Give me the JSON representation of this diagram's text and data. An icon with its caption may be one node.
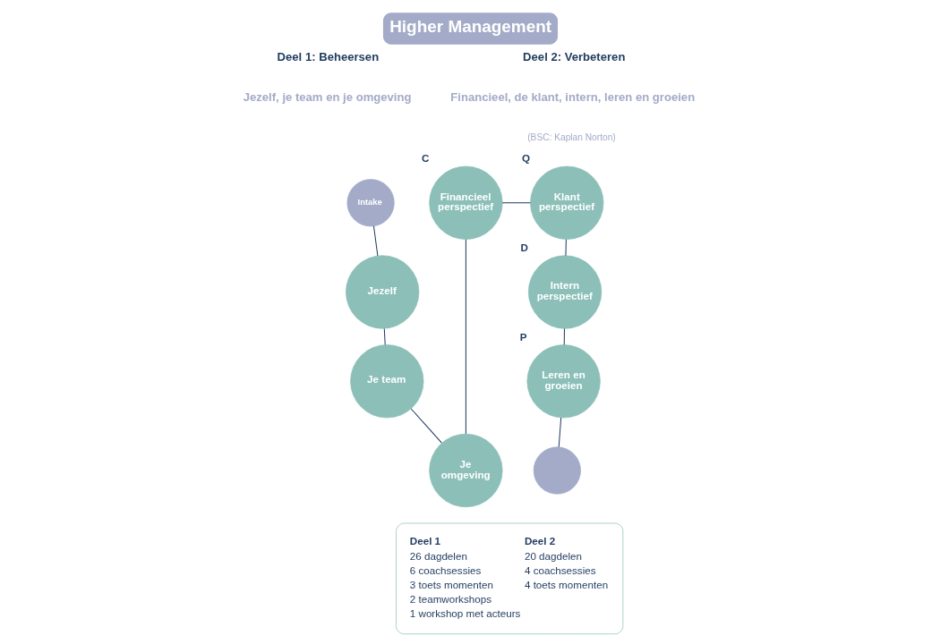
{
  "diagram": {
    "title": "Higher Management",
    "nodes": [
      {
        "text": [
          "Intake"
        ]
      },
      {
        "text": [
          "Jezelf"
        ]
      },
      {
        "text": [
          "Je team"
        ]
      },
      {
        "text": [
          "Je omgeving"
        ]
      },
      {
        "text": [
          "Financieel perspectief"
        ],
        "beside": [
          "C"
        ]
      },
      {
        "text": [
          "Klant perspectief"
        ],
        "beside": [
          "Q"
        ]
      },
      {
        "text": [
          "Intern perspectief"
        ],
        "beside": [
          "D"
        ]
      },
      {
        "text": [
          "Leren en groeien"
        ],
        "beside": [
          "P"
        ]
      },
      {
        "text": [],
        "shape": "circle"
      },
      {
        "text": [
          "Deel 1",
          "Deel 2",
          "26 dagdelen",
          "20 dagdelen",
          "6 coachsessies",
          "4 coachsessies",
          "3 toets momenten",
          "4 toets momenten",
          "2 teamworkshops",
          "1 workshop met acteurs"
        ]
      }
    ],
    "edges": [
      {
        "from": 0,
        "to": 1,
        "arrow": "none"
      },
      {
        "from": 1,
        "to": 2,
        "arrow": "none"
      },
      {
        "from": 2,
        "to": 3,
        "arrow": "none"
      },
      {
        "from": 3,
        "to": 4,
        "arrow": "none"
      },
      {
        "from": 4,
        "to": 5,
        "arrow": "none"
      },
      {
        "from": 5,
        "to": 6,
        "arrow": "none"
      },
      {
        "from": 6,
        "to": 7,
        "arrow": "none"
      },
      {
        "from": 7,
        "to": 8,
        "arrow": "none"
      }
    ],
    "labels": [
      "Deel 1: Beheersen",
      "Jezelf, je team en je omgeving",
      "Deel 2: Verbeteren",
      "Financieel, de klant, intern, leren en groeien",
      "(BSC: Kaplan Norton)"
    ]
  }
}
